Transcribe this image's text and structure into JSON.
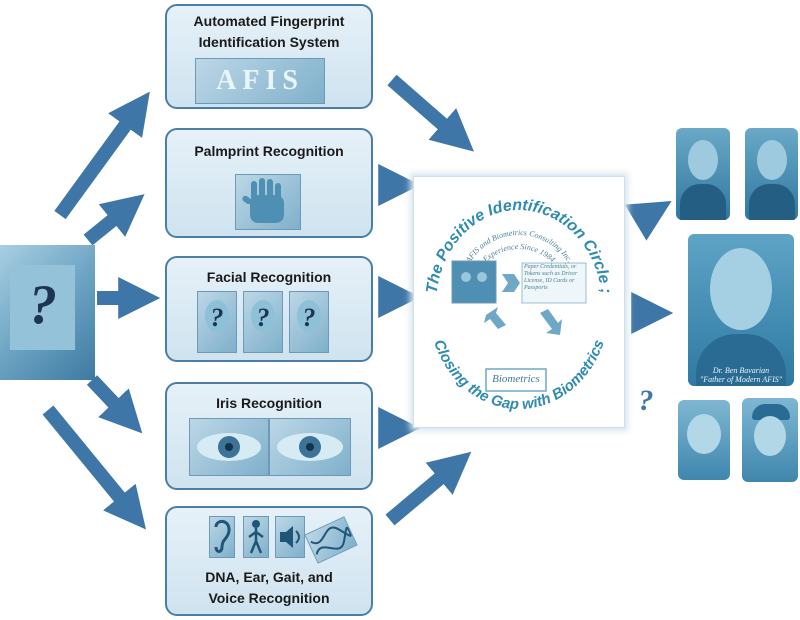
{
  "boxes": {
    "afis": {
      "title_line1": "Automated Fingerprint",
      "title_line2": "Identification System",
      "logo_text": "AFIS"
    },
    "palmprint": {
      "title": "Palmprint Recognition"
    },
    "facial": {
      "title": "Facial Recognition"
    },
    "iris": {
      "title": "Iris Recognition"
    },
    "dna": {
      "title_line1": "DNA,  Ear, Gait, and",
      "title_line2": "Voice Recognition"
    }
  },
  "unknown_person": {
    "mark": "?"
  },
  "circle": {
    "outer_top": "The Positive Identification Circle ;",
    "outer_bottom": "Closing the Gap with Biometrics",
    "inner_arc_1": "AFIS and Biometrics Consulting Inc.",
    "inner_arc_2": "Experience Since 1984",
    "credentials_text": "Paper Credentials, or Tokens such as Driver License, ID Cards or Passports",
    "biometrics_label": "Biometrics"
  },
  "results": {
    "question_mark": "?",
    "caption_name": "Dr. Ben Bavarian",
    "caption_title": "\"Father of Modern AFIS\""
  },
  "colors": {
    "arrow": "#3f76a8",
    "box_border": "#4a7ea6",
    "box_fill": "#d8e9f4",
    "circle_text": "#2f8bb0"
  }
}
